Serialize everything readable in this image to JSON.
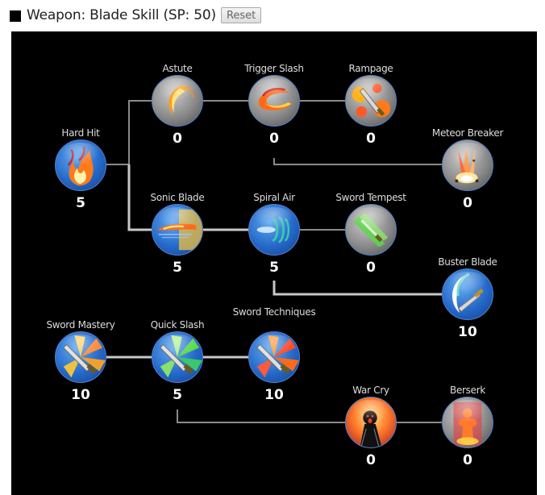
{
  "header": {
    "title": "Weapon: Blade Skill (SP: 50)",
    "reset_label": "Reset"
  },
  "skills": [
    {
      "id": "hard-hit",
      "name": "Hard Hit",
      "points": "5",
      "icon": "flame-icon",
      "state": "learned"
    },
    {
      "id": "astute",
      "name": "Astute",
      "points": "0",
      "icon": "fire-swirl-icon",
      "state": "locked"
    },
    {
      "id": "trigger-slash",
      "name": "Trigger Slash",
      "points": "0",
      "icon": "fire-crescent-icon",
      "state": "locked"
    },
    {
      "id": "rampage",
      "name": "Rampage",
      "points": "0",
      "icon": "sword-explosion-icon",
      "state": "locked"
    },
    {
      "id": "meteor-breaker",
      "name": "Meteor Breaker",
      "points": "0",
      "icon": "meteor-impact-icon",
      "state": "locked"
    },
    {
      "id": "sonic-blade",
      "name": "Sonic Blade",
      "points": "5",
      "icon": "sonic-streak-icon",
      "state": "learned"
    },
    {
      "id": "spiral-air",
      "name": "Spiral Air",
      "points": "5",
      "icon": "wind-spiral-icon",
      "state": "learned"
    },
    {
      "id": "sword-tempest",
      "name": "Sword Tempest",
      "points": "0",
      "icon": "green-tempest-icon",
      "state": "locked"
    },
    {
      "id": "buster-blade",
      "name": "Buster Blade",
      "points": "10",
      "icon": "sword-wave-icon",
      "state": "learned"
    },
    {
      "id": "sword-mastery",
      "name": "Sword Mastery",
      "points": "10",
      "icon": "sword-orange-rays-icon",
      "state": "learned"
    },
    {
      "id": "quick-slash",
      "name": "Quick Slash",
      "points": "5",
      "icon": "sword-green-rays-icon",
      "state": "learned"
    },
    {
      "id": "sword-techniques",
      "name": "Sword Techniques",
      "points": "10",
      "icon": "sword-red-rays-icon",
      "state": "learned"
    },
    {
      "id": "war-cry",
      "name": "War Cry",
      "points": "0",
      "icon": "shouting-figure-icon",
      "state": "locked"
    },
    {
      "id": "berserk",
      "name": "Berserk",
      "points": "0",
      "icon": "enraged-figure-icon",
      "state": "locked"
    }
  ]
}
